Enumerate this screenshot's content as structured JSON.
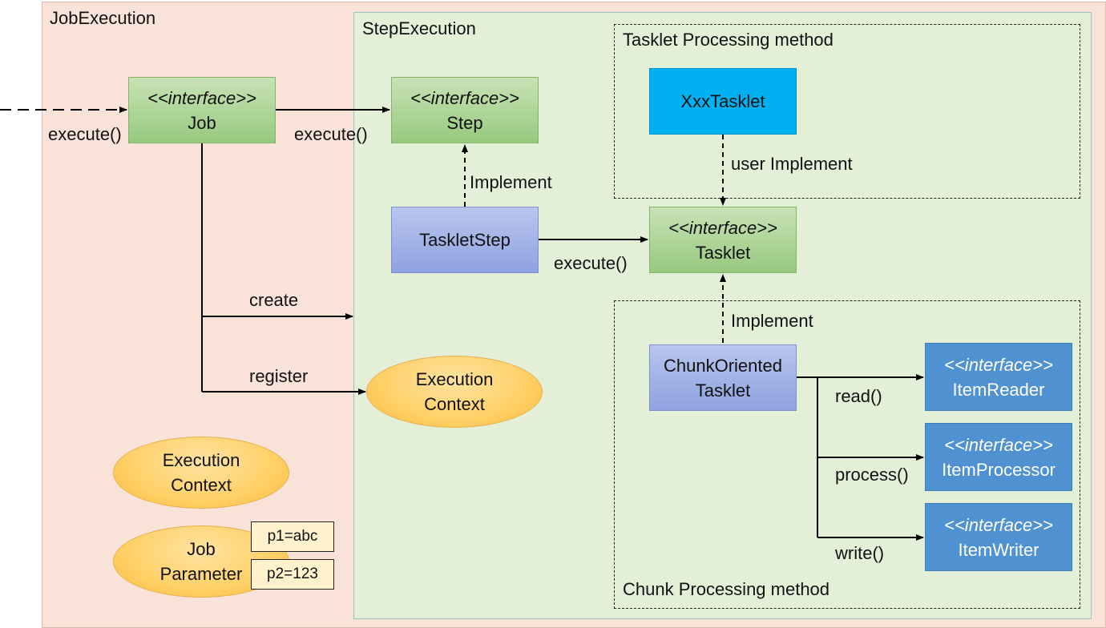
{
  "regions": {
    "job_execution": "JobExecution",
    "step_execution": "StepExecution",
    "tasklet_processing": "Tasklet Processing method",
    "chunk_processing": "Chunk Processing method"
  },
  "nodes": {
    "job": {
      "stereotype": "<<interface>>",
      "name": "Job"
    },
    "step": {
      "stereotype": "<<interface>>",
      "name": "Step"
    },
    "tasklet_step": {
      "name": "TaskletStep"
    },
    "xxx_tasklet": {
      "name": "XxxTasklet"
    },
    "tasklet": {
      "stereotype": "<<interface>>",
      "name": "Tasklet"
    },
    "chunk_tasklet": {
      "line1": "ChunkOriented",
      "line2": "Tasklet"
    },
    "item_reader": {
      "stereotype": "<<interface>>",
      "name": "ItemReader"
    },
    "item_processor": {
      "stereotype": "<<interface>>",
      "name": "ItemProcessor"
    },
    "item_writer": {
      "stereotype": "<<interface>>",
      "name": "ItemWriter"
    },
    "step_context": {
      "line1": "Execution",
      "line2": "Context"
    },
    "job_context": {
      "line1": "Execution",
      "line2": "Context"
    },
    "job_parameter": {
      "line1": "Job",
      "line2": "Parameter"
    },
    "param1": "p1=abc",
    "param2": "p2=123"
  },
  "edges": {
    "incoming_execute": "execute()",
    "job_to_step_execute": "execute()",
    "step_implement": "Implement",
    "tasklet_step_execute": "execute()",
    "user_implement": "user Implement",
    "chunk_implement": "Implement",
    "create": "create",
    "register": "register",
    "read": "read()",
    "process": "process()",
    "write": "write()"
  },
  "colors": {
    "job_execution_bg": "#f9e3d8",
    "step_execution_bg": "#e4efd8",
    "interface_green": "#a9d18e",
    "impl_purple": "#8fa2e0",
    "xxx_tasklet_cyan": "#00b0f0",
    "item_blue": "#4f91d1",
    "context_orange": "#ffd066",
    "param_bg": "#fff2cc"
  }
}
